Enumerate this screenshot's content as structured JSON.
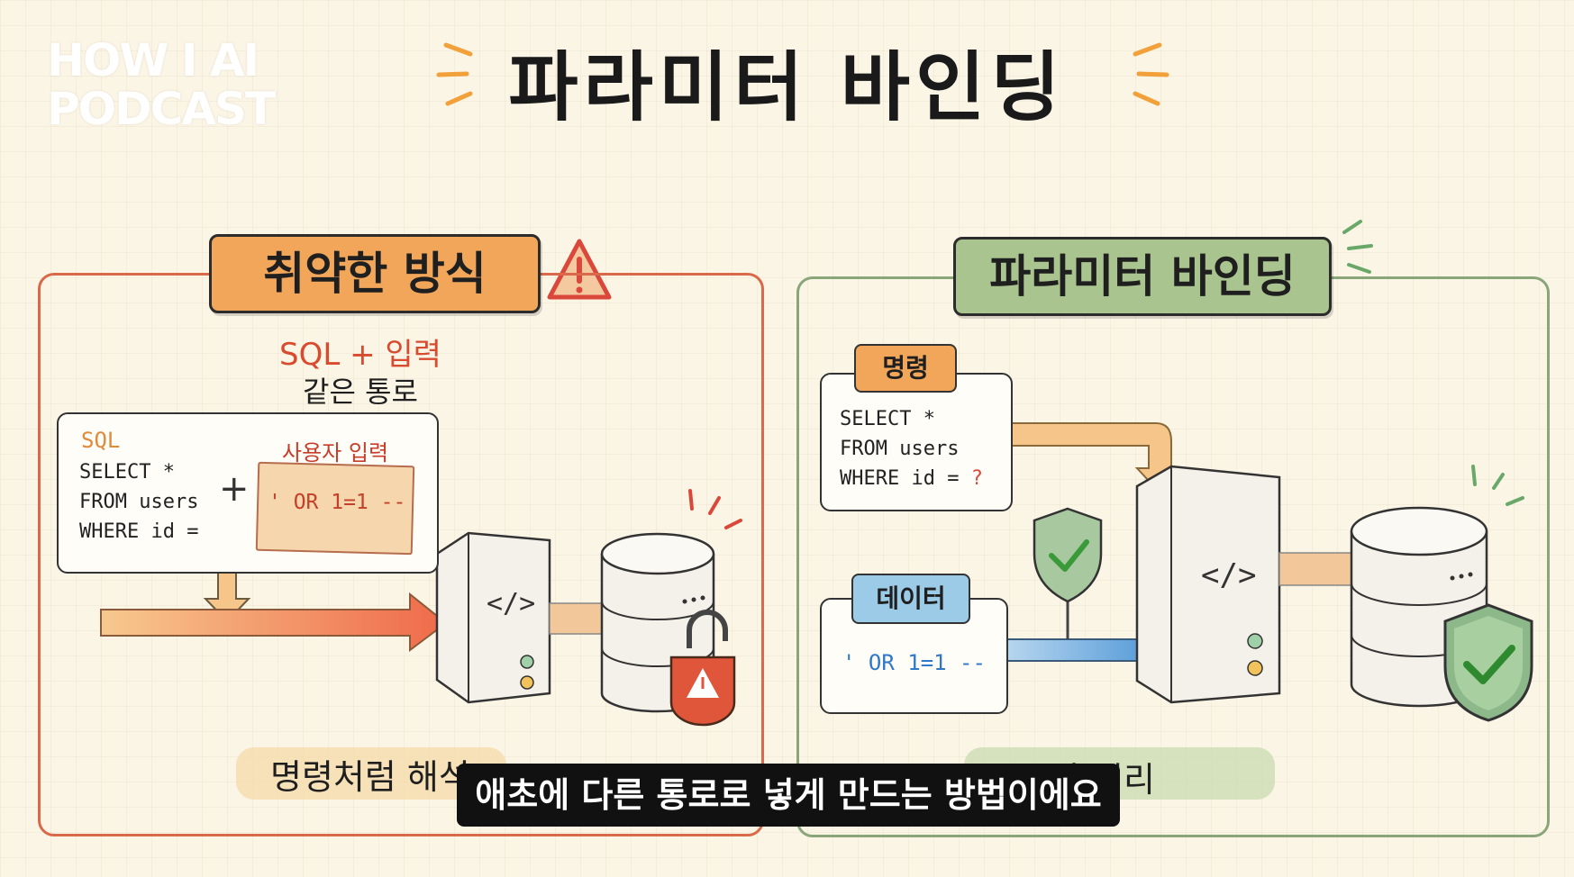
{
  "watermark": {
    "line1": "HOW I AI",
    "line2": "PODCAST"
  },
  "title": "파라미터 바인딩",
  "left_panel": {
    "banner": "취약한 방식",
    "subtitle_red": "SQL + 입력",
    "subtitle": "같은 통로",
    "sql_label": "SQL",
    "code_lines": [
      "SELECT *",
      "FROM users",
      "WHERE id ="
    ],
    "plus": "+",
    "user_input_label": "사용자 입력",
    "user_input_value": "' OR 1=1 --",
    "bottom_label": "명령처럼 해석"
  },
  "right_panel": {
    "banner": "파라미터 바인딩",
    "command_tag": "명령",
    "code_lines": [
      "SELECT *",
      "FROM users",
      "WHERE id = "
    ],
    "placeholder": "?",
    "data_tag": "데이터",
    "data_value": "' OR 1=1 --",
    "bottom_label": "만 처리"
  },
  "caption": "애초에 다른 통로로 넣게 만드는 방법이에요",
  "icons": {
    "left": [
      "warning-icon",
      "code-icon",
      "padlock-open-icon",
      "alert-icon"
    ],
    "right": [
      "shield-check-icon",
      "code-icon",
      "shield-check-icon"
    ]
  },
  "colors": {
    "danger": "#d9694a",
    "safe": "#8aa57a",
    "orange": "#f2a65a",
    "blue": "#5aa3d8",
    "green_check": "#3a9a3a"
  }
}
